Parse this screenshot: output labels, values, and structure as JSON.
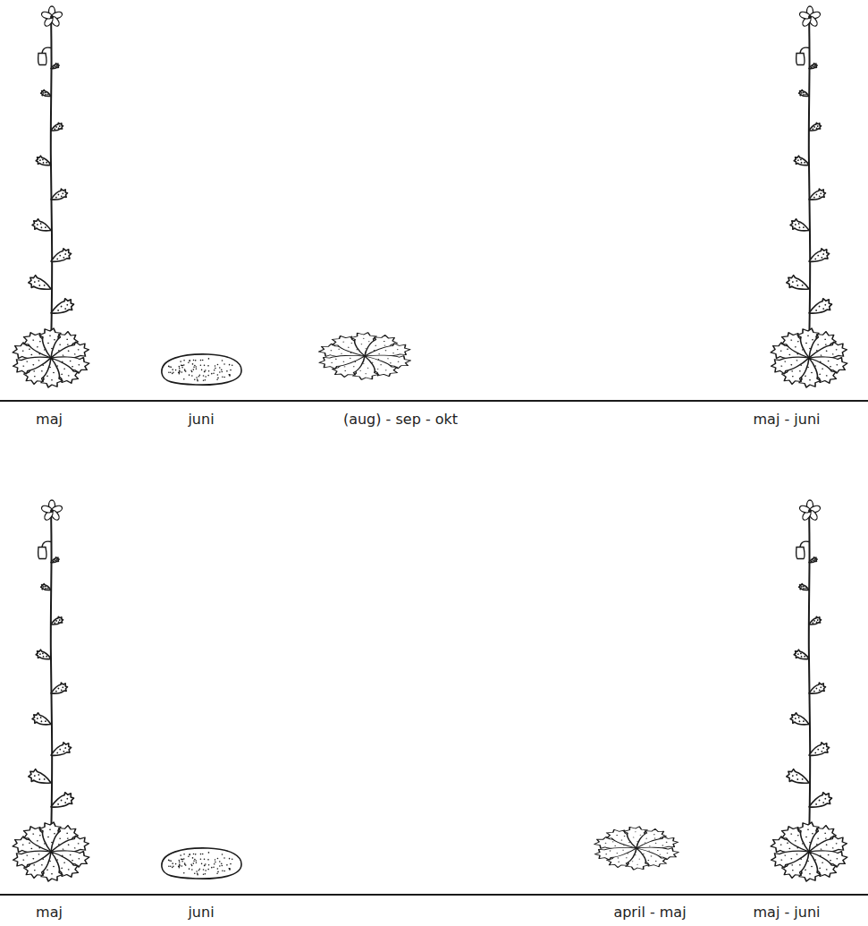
{
  "diagram": {
    "labels": [
      "maj",
      "juni",
      "(aug) - sep - okt",
      "maj - juni",
      "maj",
      "juni",
      "april - maj",
      "maj - juni"
    ]
  }
}
